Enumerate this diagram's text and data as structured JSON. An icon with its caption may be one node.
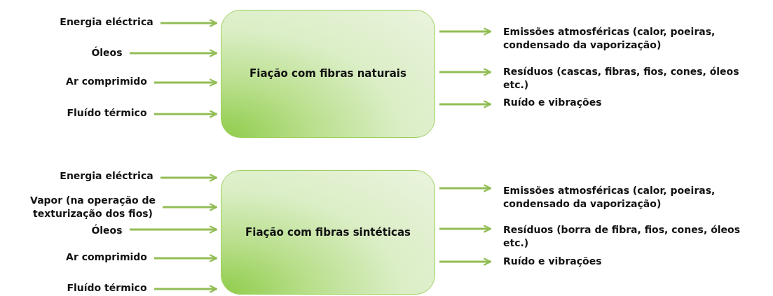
{
  "diagram": {
    "nodes": [
      {
        "text": [
          "Fiação com fibras naturais"
        ]
      },
      {
        "text": [
          "Energia eléctrica"
        ]
      },
      {
        "text": [
          "Óleos"
        ]
      },
      {
        "text": [
          "Ar comprimido"
        ]
      },
      {
        "text": [
          "Fluído térmico"
        ]
      },
      {
        "text": [
          "Emissões atmosféricas (calor, poeiras, condensado da vaporização)"
        ]
      },
      {
        "text": [
          "Resíduos (cascas, fibras, fios, cones, óleos etc.)"
        ]
      },
      {
        "text": [
          "Ruído e vibrações"
        ]
      },
      {
        "text": [
          "Fiação com fibras sintéticas"
        ]
      },
      {
        "text": [
          "Energia eléctrica"
        ]
      },
      {
        "text": [
          "Vapor (na operação de texturização dos fios)"
        ]
      },
      {
        "text": [
          "Óleos"
        ]
      },
      {
        "text": [
          "Ar comprimido"
        ]
      },
      {
        "text": [
          "Fluído térmico"
        ]
      },
      {
        "text": [
          "Emissões atmosféricas (calor, poeiras, condensado da vaporização)"
        ]
      },
      {
        "text": [
          "Resíduos (borra de fibra, fios, cones, óleos etc.)"
        ]
      },
      {
        "text": [
          "Ruído e vibrações"
        ]
      }
    ],
    "edges": [
      {
        "from": 1,
        "to": 0,
        "arrow": "to"
      },
      {
        "from": 2,
        "to": 0,
        "arrow": "to"
      },
      {
        "from": 3,
        "to": 0,
        "arrow": "to"
      },
      {
        "from": 4,
        "to": 0,
        "arrow": "to"
      },
      {
        "from": 0,
        "to": 5,
        "arrow": "to"
      },
      {
        "from": 0,
        "to": 6,
        "arrow": "to"
      },
      {
        "from": 0,
        "to": 7,
        "arrow": "to"
      },
      {
        "from": 9,
        "to": 8,
        "arrow": "to"
      },
      {
        "from": 10,
        "to": 8,
        "arrow": "to"
      },
      {
        "from": 11,
        "to": 8,
        "arrow": "to"
      },
      {
        "from": 12,
        "to": 8,
        "arrow": "to"
      },
      {
        "from": 13,
        "to": 8,
        "arrow": "to"
      },
      {
        "from": 8,
        "to": 14,
        "arrow": "to"
      },
      {
        "from": 8,
        "to": 15,
        "arrow": "to"
      },
      {
        "from": 8,
        "to": 16,
        "arrow": "to"
      }
    ]
  }
}
